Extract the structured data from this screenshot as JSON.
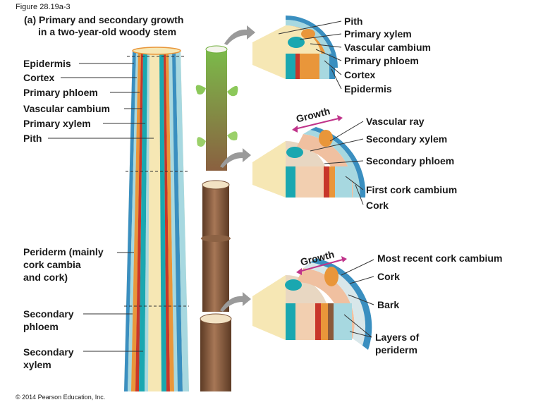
{
  "figure_label": "Figure 28.19a-3",
  "title": {
    "line1": "(a) Primary and secondary growth",
    "line2": "in a two-year-old woody stem"
  },
  "left_labels": {
    "epidermis": "Epidermis",
    "cortex": "Cortex",
    "primary_phloem": "Primary phloem",
    "vascular_cambium": "Vascular cambium",
    "primary_xylem": "Primary xylem",
    "pith": "Pith",
    "periderm_1": "Periderm (mainly",
    "periderm_2": "cork cambia",
    "periderm_3": "and cork)",
    "secondary_phloem_1": "Secondary",
    "secondary_phloem_2": "phloem",
    "secondary_xylem_1": "Secondary",
    "secondary_xylem_2": "xylem"
  },
  "section1_labels": {
    "pith": "Pith",
    "primary_xylem": "Primary xylem",
    "vascular_cambium": "Vascular cambium",
    "primary_phloem": "Primary phloem",
    "cortex": "Cortex",
    "epidermis": "Epidermis"
  },
  "section2_labels": {
    "growth": "Growth",
    "vascular_ray": "Vascular ray",
    "secondary_xylem": "Secondary xylem",
    "secondary_phloem": "Secondary phloem",
    "first_cork_cambium": "First cork cambium",
    "cork": "Cork"
  },
  "section3_labels": {
    "growth": "Growth",
    "most_recent_cork_cambium": "Most recent cork cambium",
    "cork": "Cork",
    "bark": "Bark",
    "layers_1": "Layers of",
    "layers_2": "periderm"
  },
  "copyright": "© 2014 Pearson Education, Inc.",
  "colors": {
    "pith": "#f6e7b4",
    "xylem": "#1aa7b0",
    "cambium": "#c8362a",
    "phloem": "#e9963a",
    "cortex": "#a7d8e0",
    "epidermis": "#3a8fc0",
    "cork": "#8a5a3a",
    "growth_arrow": "#c0338a",
    "stem_green": "#6fae3c",
    "bark_brown": "#7a5238"
  }
}
